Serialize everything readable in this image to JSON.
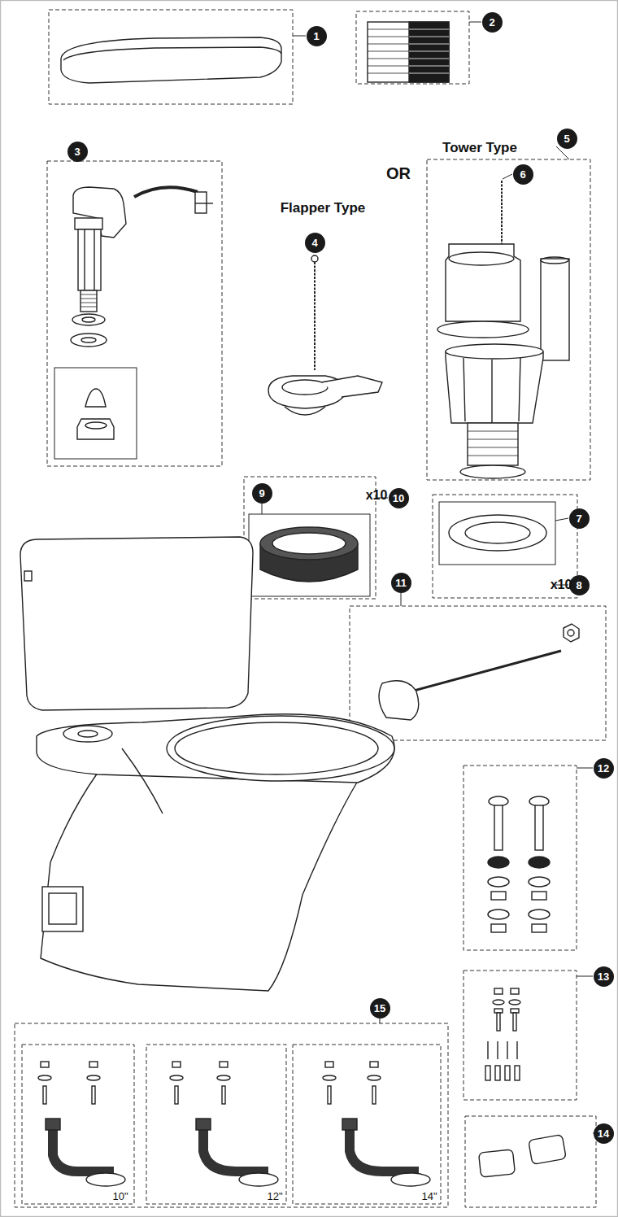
{
  "diagram": {
    "nodes": [
      {
        "text": [
          "1"
        ]
      },
      {
        "text": [
          "2"
        ]
      },
      {
        "text": [
          "3"
        ]
      },
      {
        "text": [
          "4"
        ]
      },
      {
        "text": [
          "5"
        ]
      },
      {
        "text": [
          "6"
        ]
      },
      {
        "text": [
          "7"
        ]
      },
      {
        "text": [
          "8"
        ]
      },
      {
        "text": [
          "9"
        ]
      },
      {
        "text": [
          "10"
        ]
      },
      {
        "text": [
          "11"
        ]
      },
      {
        "text": [
          "12"
        ]
      },
      {
        "text": [
          "13"
        ]
      },
      {
        "text": [
          "14"
        ]
      },
      {
        "text": [
          "15"
        ]
      }
    ],
    "labels": [
      "Tower Type",
      "OR",
      "Flapper Type",
      "x10",
      "x10",
      "10\"",
      "12\"",
      "14\""
    ]
  }
}
